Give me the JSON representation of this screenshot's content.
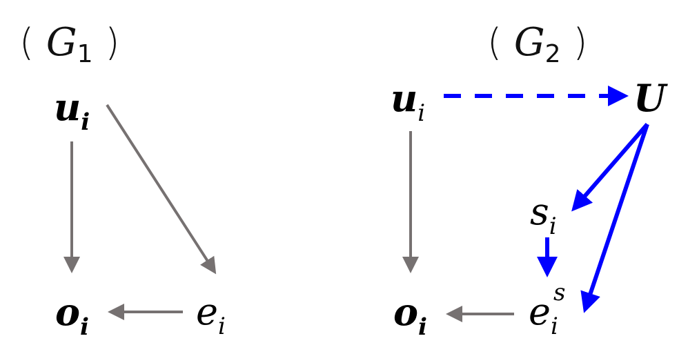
{
  "colors": {
    "gray_edge": "#767171",
    "blue_edge": "#0000ff",
    "text": "#000000",
    "background": "#ffffff"
  },
  "graph1": {
    "title": {
      "open": "(",
      "symbol": "G",
      "subscript": "1",
      "close": ")"
    },
    "nodes": {
      "u": {
        "base": "u",
        "sub": "i",
        "style": "bold-italic"
      },
      "o": {
        "base": "o",
        "sub": "i",
        "style": "bold-italic"
      },
      "e": {
        "base": "e",
        "sub": "i",
        "style": "italic"
      }
    },
    "edges": [
      {
        "from": "u_i",
        "to": "o_i",
        "color": "gray",
        "style": "solid"
      },
      {
        "from": "u_i",
        "to": "e_i",
        "color": "gray",
        "style": "solid"
      },
      {
        "from": "e_i",
        "to": "o_i",
        "color": "gray",
        "style": "solid"
      }
    ]
  },
  "graph2": {
    "title": {
      "open": "(",
      "symbol": "G",
      "subscript": "2",
      "close": ")"
    },
    "nodes": {
      "u": {
        "base": "u",
        "sub": "i",
        "style": "bold-italic"
      },
      "U": {
        "base": "U",
        "style": "bold-italic"
      },
      "s": {
        "base": "s",
        "sub": "i",
        "style": "italic"
      },
      "o": {
        "base": "o",
        "sub": "i",
        "style": "bold-italic"
      },
      "e": {
        "base": "e",
        "sub": "i",
        "sup": "s",
        "style": "italic"
      }
    },
    "edges": [
      {
        "from": "u_i",
        "to": "U",
        "color": "blue",
        "style": "dashed"
      },
      {
        "from": "u_i",
        "to": "o_i",
        "color": "gray",
        "style": "solid"
      },
      {
        "from": "U",
        "to": "s_i",
        "color": "blue",
        "style": "solid"
      },
      {
        "from": "U",
        "to": "e_i^s",
        "color": "blue",
        "style": "solid"
      },
      {
        "from": "s_i",
        "to": "e_i^s",
        "color": "blue",
        "style": "solid"
      },
      {
        "from": "e_i^s",
        "to": "o_i",
        "color": "gray",
        "style": "solid"
      }
    ]
  }
}
